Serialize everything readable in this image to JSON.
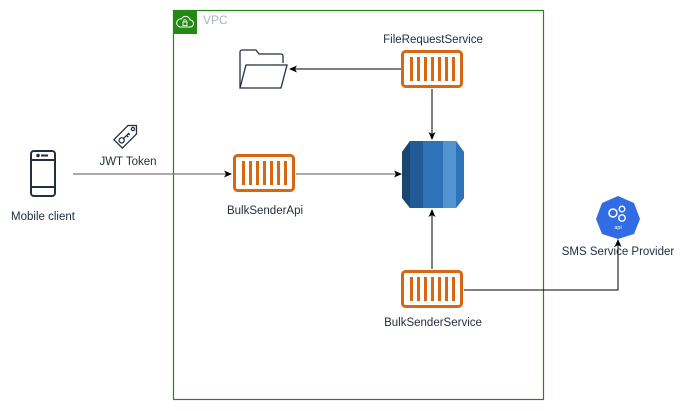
{
  "diagram": {
    "vpc": {
      "label": "VPC",
      "color": "#248814"
    },
    "nodes": {
      "mobile_client": {
        "label": "Mobile client",
        "icon": "mobile-phone-icon"
      },
      "jwt_token": {
        "label": "JWT Token",
        "icon": "key-tag-icon"
      },
      "bulk_sender_api": {
        "label": "BulkSenderApi",
        "icon": "container-icon"
      },
      "file_request_service": {
        "label": "FileRequestService",
        "icon": "container-icon"
      },
      "bulk_sender_service": {
        "label": "BulkSenderService",
        "icon": "container-icon"
      },
      "storage_folder": {
        "label": "",
        "icon": "folder-icon"
      },
      "database": {
        "label": "",
        "icon": "database-icon"
      },
      "sms_provider": {
        "label": "SMS Service Provider",
        "icon": "api-icon",
        "icon_text": "api"
      }
    },
    "edges": [
      {
        "from": "mobile_client",
        "to": "bulk_sender_api",
        "label": "JWT Token"
      },
      {
        "from": "bulk_sender_api",
        "to": "database"
      },
      {
        "from": "file_request_service",
        "to": "storage_folder"
      },
      {
        "from": "file_request_service",
        "to": "database"
      },
      {
        "from": "bulk_sender_service",
        "to": "database"
      },
      {
        "from": "bulk_sender_service",
        "to": "sms_provider"
      }
    ],
    "colors": {
      "container": "#D86613",
      "db_dark": "#1A476F",
      "db_mid": "#2E73B8",
      "db_light": "#5294CF",
      "api": "#326CE5",
      "icon_stroke": "#232F3E"
    }
  }
}
